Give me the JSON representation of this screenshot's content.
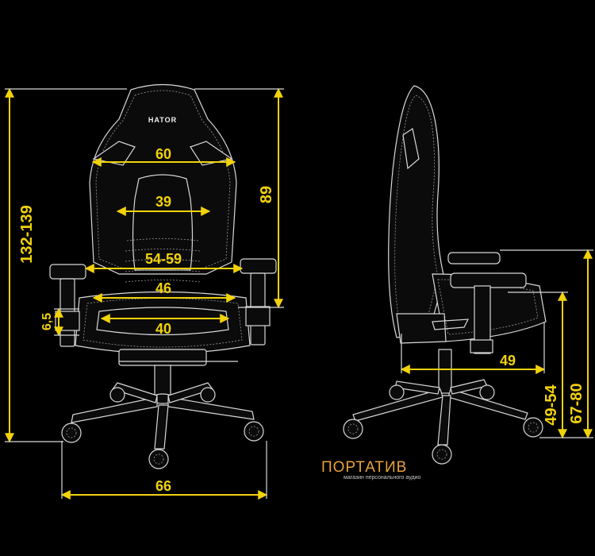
{
  "brand": {
    "logo_text": "HATOR"
  },
  "front_view": {
    "dimensions": {
      "total_height": "132-139",
      "backrest_height": "89",
      "shoulder_width": "60",
      "lumbar_width": "39",
      "armrest_span": "54-59",
      "seat_width_back": "46",
      "seat_width_front": "40",
      "armrest_adjust": "6,5",
      "base_width": "66"
    }
  },
  "side_view": {
    "dimensions": {
      "seat_depth": "49",
      "seat_height": "49-54",
      "armrest_height": "67-80"
    }
  },
  "watermark": {
    "name": "ПОРТАТИВ",
    "tagline": "магазин персонального аудио"
  },
  "colors": {
    "dimension": "#f2d20a",
    "outline": "#d8d8d8",
    "background": "#000000",
    "watermark": "#e8a23a"
  }
}
